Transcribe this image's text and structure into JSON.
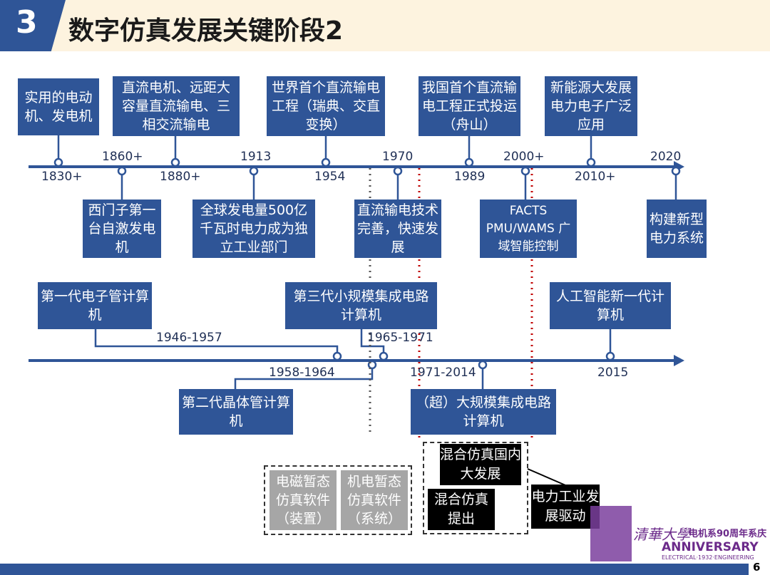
{
  "header": {
    "number": "3",
    "title": "数字仿真发展关键阶段2"
  },
  "page_number": "6",
  "timeline1": {
    "labels": [
      {
        "text": "1830+"
      },
      {
        "text": "1860+"
      },
      {
        "text": "1880+"
      },
      {
        "text": "1913"
      },
      {
        "text": "1954"
      },
      {
        "text": "1970"
      },
      {
        "text": "1989"
      },
      {
        "text": "2000+"
      },
      {
        "text": "2010+"
      },
      {
        "text": "2020"
      }
    ],
    "top_boxes": [
      {
        "text": "实用的电动机、发电机"
      },
      {
        "text": "直流电机、远距大容量直流输电、三相交流输电"
      },
      {
        "text": "世界首个直流输电工程（瑞典、交直变换）"
      },
      {
        "text": "我国首个直流输电工程正式投运（舟山）"
      },
      {
        "text": "新能源大发展电力电子广泛应用"
      }
    ],
    "bottom_boxes": [
      {
        "text": "西门子第一台自激发电机"
      },
      {
        "text": "全球发电量500亿千瓦时电力成为独立工业部门"
      },
      {
        "text": "直流输电技术完善，快速发展"
      },
      {
        "text": "FACTS PMU/WAMS 广域智能控制"
      },
      {
        "text": "构建新型电力系统"
      }
    ]
  },
  "timeline2": {
    "labels": [
      {
        "text": "1946-1957"
      },
      {
        "text": "1965-1971"
      },
      {
        "text": "1958-1964"
      },
      {
        "text": "1971-2014"
      },
      {
        "text": "2015"
      }
    ],
    "boxes": [
      {
        "text": "第一代电子管计算机"
      },
      {
        "text": "第三代小规模集成电路计算机"
      },
      {
        "text": "人工智能新一代计算机"
      },
      {
        "text": "第二代晶体管计算机"
      },
      {
        "text": "（超）大规模集成电路计算机"
      }
    ]
  },
  "software": {
    "em": "电磁暂态仿真软件（装置）",
    "emech": "机电暂态仿真软件（系统）"
  },
  "hybrid": {
    "domestic": "混合仿真国内大发展",
    "proposed": "混合仿真提出",
    "driver": "电力工业发展驱动"
  },
  "logo": {
    "school": "清華大學",
    "line1": "电机系90周年系庆",
    "line2": "ANNIVERSARY",
    "line3": "ELECTRICAL·1932·ENGINEERING"
  },
  "colors": {
    "box_blue": "#2f5597",
    "header_bg": "#fdf3df",
    "gray_box": "#a6a6a6",
    "red_dots": "#c00000"
  }
}
